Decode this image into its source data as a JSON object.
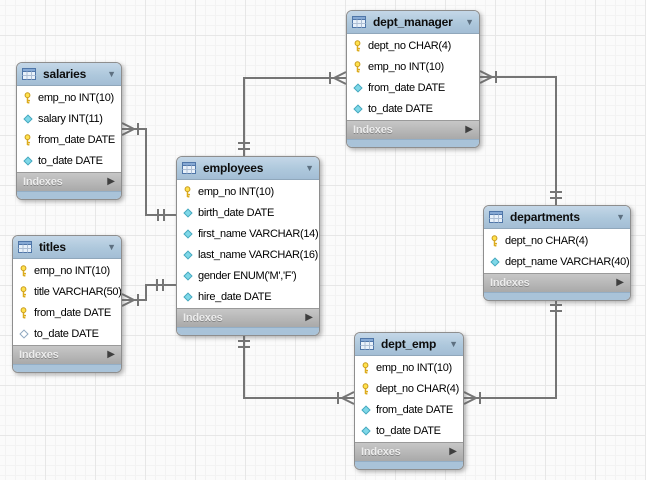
{
  "app_context": "EER database schema diagram",
  "icons": {
    "collapse": "▼",
    "expand": "▶"
  },
  "colors": {
    "header_blue": "#aec8dc",
    "bottom_bar_blue": "#a9c3d9",
    "footer_gray": "#b2b2b2",
    "line_gray": "#757575",
    "key_yellow": "#ffe14d",
    "diamond_cyan": "#7fd8e8"
  },
  "tables": [
    {
      "name": "salaries",
      "footer": "Indexes",
      "columns": [
        {
          "icon": "key",
          "label": "emp_no INT(10)"
        },
        {
          "icon": "diamond-filled",
          "label": "salary INT(11)"
        },
        {
          "icon": "key",
          "label": "from_date DATE"
        },
        {
          "icon": "diamond-filled",
          "label": "to_date DATE"
        }
      ]
    },
    {
      "name": "titles",
      "footer": "Indexes",
      "columns": [
        {
          "icon": "key",
          "label": "emp_no INT(10)"
        },
        {
          "icon": "key",
          "label": "title VARCHAR(50)"
        },
        {
          "icon": "key",
          "label": "from_date DATE"
        },
        {
          "icon": "diamond-hollow",
          "label": "to_date DATE"
        }
      ]
    },
    {
      "name": "employees",
      "footer": "Indexes",
      "columns": [
        {
          "icon": "key",
          "label": "emp_no INT(10)"
        },
        {
          "icon": "diamond-filled",
          "label": "birth_date DATE"
        },
        {
          "icon": "diamond-filled",
          "label": "first_name VARCHAR(14)"
        },
        {
          "icon": "diamond-filled",
          "label": "last_name VARCHAR(16)"
        },
        {
          "icon": "diamond-filled",
          "label": "gender ENUM('M','F')"
        },
        {
          "icon": "diamond-filled",
          "label": "hire_date DATE"
        }
      ]
    },
    {
      "name": "dept_manager",
      "footer": "Indexes",
      "columns": [
        {
          "icon": "key",
          "label": "dept_no CHAR(4)"
        },
        {
          "icon": "key",
          "label": "emp_no INT(10)"
        },
        {
          "icon": "diamond-filled",
          "label": "from_date DATE"
        },
        {
          "icon": "diamond-filled",
          "label": "to_date DATE"
        }
      ]
    },
    {
      "name": "departments",
      "footer": "Indexes",
      "columns": [
        {
          "icon": "key",
          "label": "dept_no CHAR(4)"
        },
        {
          "icon": "diamond-filled",
          "label": "dept_name VARCHAR(40)"
        }
      ]
    },
    {
      "name": "dept_emp",
      "footer": "Indexes",
      "columns": [
        {
          "icon": "key",
          "label": "emp_no INT(10)"
        },
        {
          "icon": "key",
          "label": "dept_no CHAR(4)"
        },
        {
          "icon": "diamond-filled",
          "label": "from_date DATE"
        },
        {
          "icon": "diamond-filled",
          "label": "to_date DATE"
        }
      ]
    }
  ],
  "relationships": [
    {
      "many_end": "salaries",
      "one_end": "employees"
    },
    {
      "many_end": "titles",
      "one_end": "employees"
    },
    {
      "many_end": "dept_manager",
      "one_end": "employees"
    },
    {
      "many_end": "dept_emp",
      "one_end": "employees"
    },
    {
      "many_end": "dept_manager",
      "one_end": "departments"
    },
    {
      "many_end": "dept_emp",
      "one_end": "departments"
    }
  ]
}
